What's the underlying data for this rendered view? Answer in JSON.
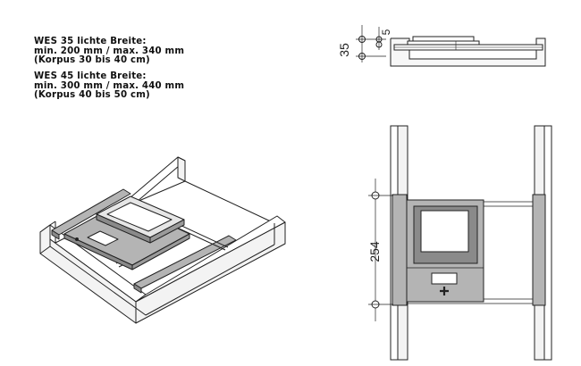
{
  "spec_blocks": [
    {
      "title": "WES 35 lichte Breite:",
      "range": "min. 200 mm / max. 340 mm",
      "korpus": "(Korpus 30 bis 40 cm)"
    },
    {
      "title": "WES 45 lichte Breite:",
      "range": "min. 300 mm / max. 440 mm",
      "korpus": "(Korpus 40 bis 50 cm)"
    }
  ],
  "dimensions": {
    "height_overall": "35",
    "height_small": "5",
    "length": "254"
  },
  "colors": {
    "line": "#222222",
    "panel_gray": "#b4b4b4",
    "panel_dark": "#8a8a8a",
    "light_fill": "#f3f3f3"
  }
}
